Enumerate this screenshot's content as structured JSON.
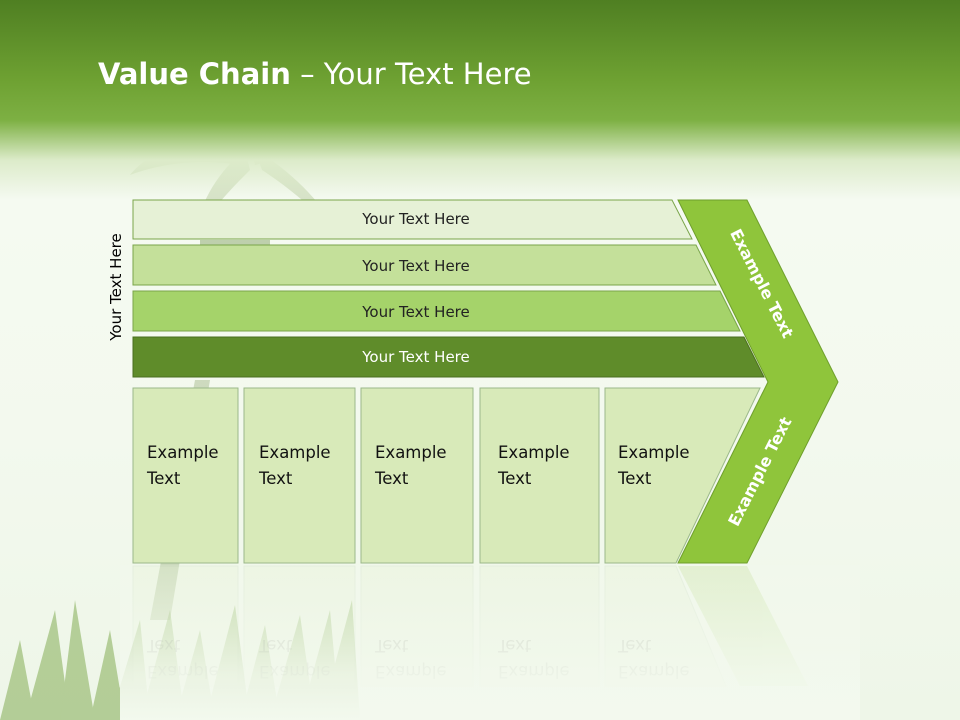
{
  "title": {
    "bold": "Value Chain",
    "rest": " – Your Text Here"
  },
  "side_label": "Your Text Here",
  "support_bars": [
    {
      "label": "Your Text Here"
    },
    {
      "label": "Your Text Here"
    },
    {
      "label": "Your Text Here"
    },
    {
      "label": "Your Text Here"
    }
  ],
  "activities": [
    {
      "label": "Example\nText"
    },
    {
      "label": "Example\nText"
    },
    {
      "label": "Example\nText"
    },
    {
      "label": "Example\nText"
    },
    {
      "label": "Example\nText"
    }
  ],
  "margin": {
    "top_label": "Example Text",
    "bottom_label": "Example Text"
  },
  "colors": {
    "bar1": "#e6f1d6",
    "bar2": "#c4e09a",
    "bar3": "#a5d36a",
    "bar4": "#5f8c2a",
    "cells": "#d8eab9",
    "margin": "#8fc53b"
  }
}
